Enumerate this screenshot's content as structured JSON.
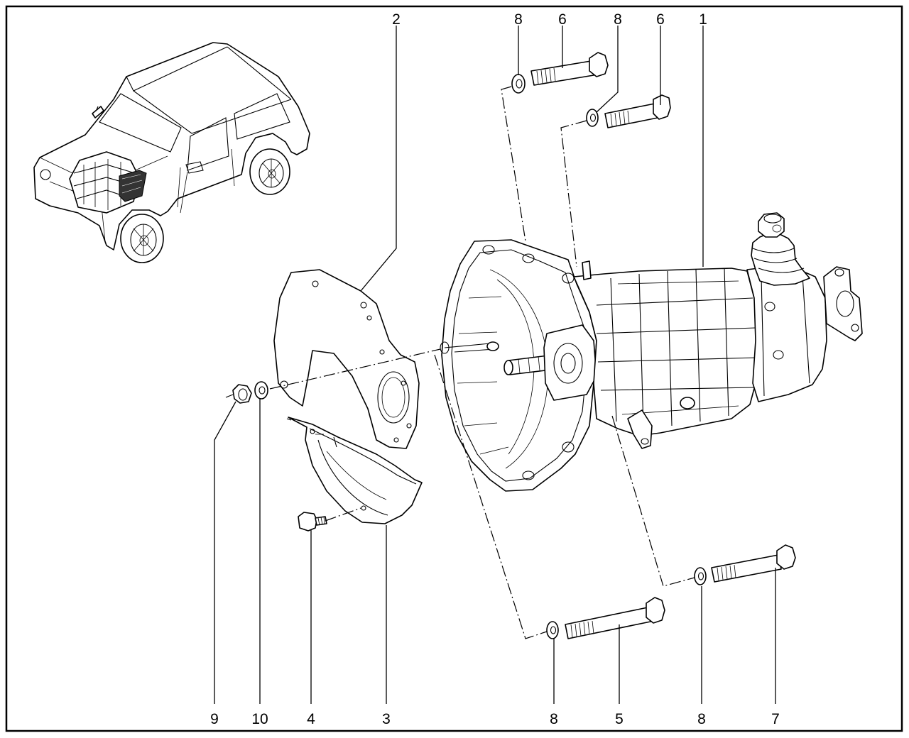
{
  "callouts": {
    "c1": "1",
    "c2": "2",
    "c3": "3",
    "c4": "4",
    "c5": "5",
    "c6a": "6",
    "c6b": "6",
    "c7": "7",
    "c8a": "8",
    "c8b": "8",
    "c8c": "8",
    "c8d": "8",
    "c9": "9",
    "c10": "10"
  },
  "colors": {
    "line": "#000000",
    "background": "#ffffff"
  }
}
